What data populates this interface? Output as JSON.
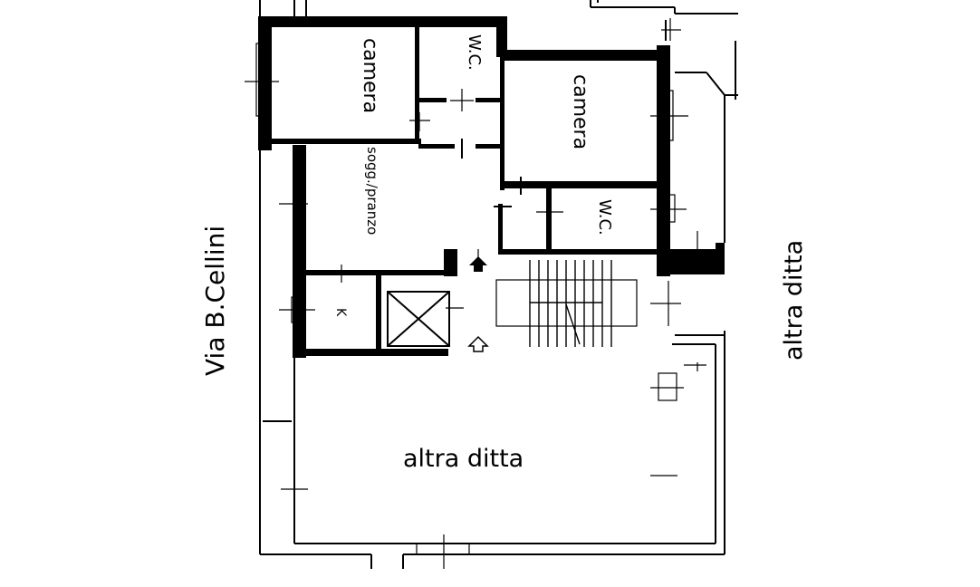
{
  "plan": {
    "street_label": "Via B.Cellini",
    "rooms": [
      {
        "id": "camera-1",
        "label": "camera"
      },
      {
        "id": "wc-1",
        "label": "W.C."
      },
      {
        "id": "camera-2",
        "label": "camera"
      },
      {
        "id": "soggiorno",
        "label": "sogg./pranzo"
      },
      {
        "id": "wc-2",
        "label": "W.C."
      },
      {
        "id": "kitchen",
        "label": "K"
      }
    ],
    "neighbours": {
      "bottom": "altra ditta",
      "right": "altra ditta"
    }
  }
}
